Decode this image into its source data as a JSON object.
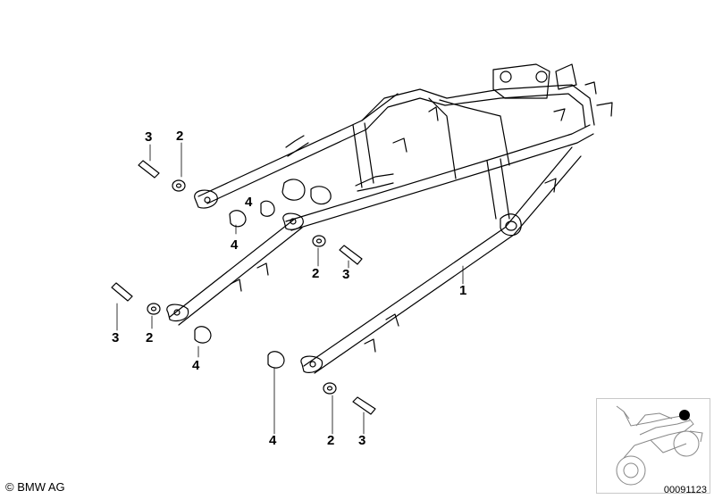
{
  "callouts": {
    "c1": "1",
    "c2a": "2",
    "c2b": "2",
    "c2c": "2",
    "c2d": "2",
    "c3a": "3",
    "c3b": "3",
    "c3c": "3",
    "c3d": "3",
    "c4a": "4",
    "c4b": "4",
    "c4c": "4",
    "c4d": "4"
  },
  "footer": {
    "copyright": "© BMW AG",
    "doc_number": "00091123"
  },
  "thumbnail": {
    "icon": "motorcycle-location-icon",
    "marker_color": "#000000"
  },
  "colors": {
    "line": "#000000",
    "fill": "#ffffff"
  }
}
